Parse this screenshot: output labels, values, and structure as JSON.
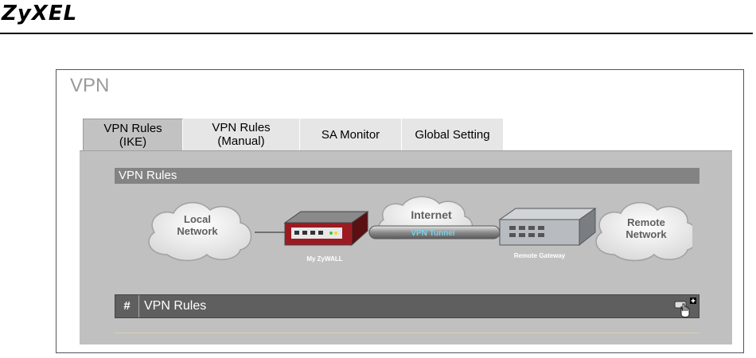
{
  "brand": "ZyXEL",
  "page": {
    "title": "VPN"
  },
  "tabs": [
    {
      "label": "VPN Rules\n(IKE)",
      "active": true
    },
    {
      "label": "VPN Rules\n(Manual)",
      "active": false
    },
    {
      "label": "SA Monitor",
      "active": false
    },
    {
      "label": "Global Setting",
      "active": false
    }
  ],
  "section": {
    "title": "VPN Rules"
  },
  "diagram": {
    "local_network": [
      "Local",
      "Network"
    ],
    "my_device": "My ZyWALL",
    "internet": "Internet",
    "tunnel": "VPN Tunnel",
    "remote_gateway": "Remote Gateway",
    "remote_network": [
      "Remote",
      "Network"
    ]
  },
  "table": {
    "col_num": "#",
    "col_rules": "VPN Rules"
  },
  "colors": {
    "panel": "#c0c0c0",
    "section_bar": "#838383",
    "table_header": "#5f5f5f",
    "tunnel": "#7fd0e8"
  }
}
